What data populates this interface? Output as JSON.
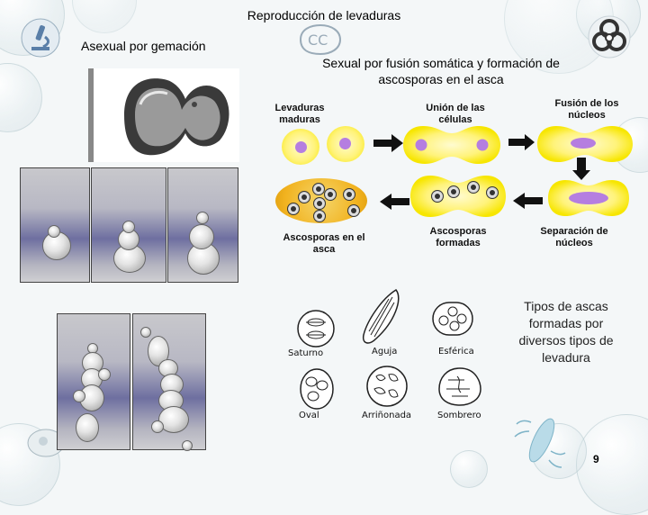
{
  "title": "Reproducción de levaduras",
  "left_heading": "Asexual por gemación",
  "right_heading": "Sexual por fusión somática y formación de ascosporas en el asca",
  "stages": {
    "mature": "Levaduras maduras",
    "union": "Unión de las células",
    "fusion": "Fusión de los núcleos",
    "separation": "Separación de núcleos",
    "formed": "Ascosporas formadas",
    "in_ascus": "Ascosporas en el asca"
  },
  "ascus_types": {
    "saturno": "Saturno",
    "aguja": "Aguja",
    "esferica": "Esférica",
    "oval": "Oval",
    "arrinonada": "Arriñonada",
    "sombrero": "Sombrero"
  },
  "ascus_note": "Tipos de ascas formadas por diversos tipos de levadura",
  "page_number": "9",
  "colors": {
    "yeast_cell": "#fff37a",
    "nucleus": "#b57ee0",
    "ascus": "#f2b320",
    "arrow": "#111111"
  }
}
